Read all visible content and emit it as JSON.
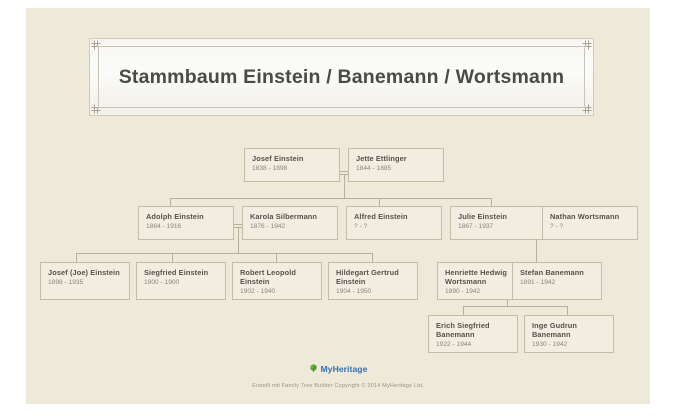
{
  "page": {
    "background_color": "#efe9d9",
    "canvas_color": "#ffffff"
  },
  "title": {
    "text": "Stammbaum Einstein / Banemann / Wortsmann",
    "ornament_icon": "fretwork-corner-icon"
  },
  "tree": {
    "generations": [
      {
        "id": "gen1",
        "nodes": [
          {
            "id": "josef-einstein",
            "name": "Josef Einstein",
            "dates": "1838 - 1898"
          },
          {
            "id": "jette-ettlinger",
            "name": "Jette Ettlinger",
            "dates": "1844 - 1885"
          }
        ]
      },
      {
        "id": "gen2",
        "nodes": [
          {
            "id": "adolph-einstein",
            "name": "Adolph Einstein",
            "dates": "1864 - 1916"
          },
          {
            "id": "karola-silbermann",
            "name": "Karola Silbermann",
            "dates": "1876 - 1942"
          },
          {
            "id": "alfred-einstein",
            "name": "Alfred Einstein",
            "dates": "? - ?"
          },
          {
            "id": "julie-einstein",
            "name": "Julie Einstein",
            "dates": "1867 - 1937"
          },
          {
            "id": "nathan-wortsmann",
            "name": "Nathan Wortsmann",
            "dates": "? - ?"
          }
        ]
      },
      {
        "id": "gen3",
        "nodes": [
          {
            "id": "josef-joe-einstein",
            "name": "Josef (Joe) Einstein",
            "dates": "1898 - 1935"
          },
          {
            "id": "siegfried-einstein",
            "name": "Siegfried Einstein",
            "dates": "1900 - 1900"
          },
          {
            "id": "robert-leopold-einstein",
            "name": "Robert Leopold Einstein",
            "dates": "1902 - 1940"
          },
          {
            "id": "hildegart-gertrud-einstein",
            "name": "Hildegart Gertrud Einstein",
            "dates": "1904 - 1950"
          },
          {
            "id": "henriette-hedwig-wortsmann",
            "name": "Henriette Hedwig Wortsmann",
            "dates": "1890 - 1942"
          },
          {
            "id": "stefan-banemann",
            "name": "Stefan Banemann",
            "dates": "1891 - 1942"
          }
        ]
      },
      {
        "id": "gen4",
        "nodes": [
          {
            "id": "erich-siegfried-banemann",
            "name": "Erich Siegfried Banemann",
            "dates": "1922 - 1944"
          },
          {
            "id": "inge-gudrun-banemann",
            "name": "Inge Gudrun Banemann",
            "dates": "1930 - 1942"
          }
        ]
      }
    ]
  },
  "footer": {
    "brand": "MyHeritage",
    "brand_icon": "tree-logo-icon",
    "brand_color": "#2f6fb0",
    "brand_icon_color": "#5aa632",
    "copyright": "Erstellt mit Family Tree Builder Copyright © 2014 MyHeritage Ltd."
  }
}
